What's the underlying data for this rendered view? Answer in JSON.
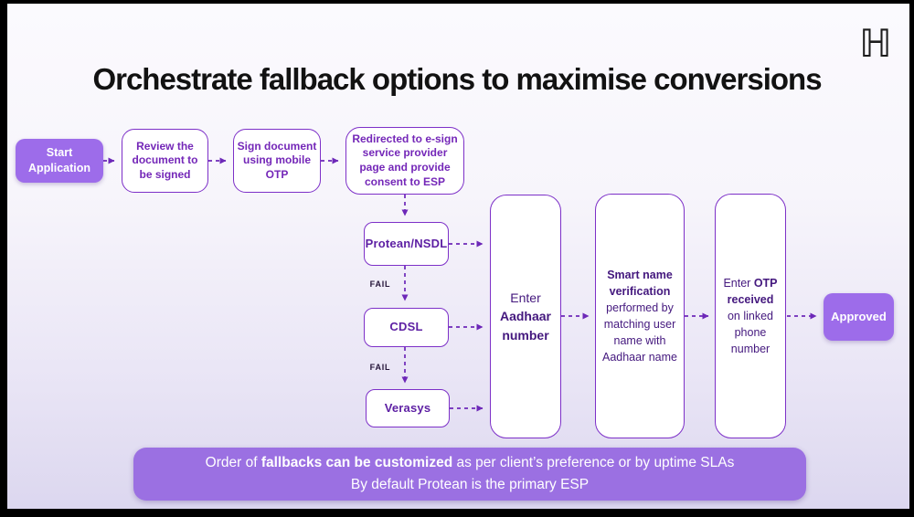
{
  "title": "Orchestrate fallback options to maximise conversions",
  "logo_glyph": "ℍ",
  "colors": {
    "accent_purple": "#9d6cea",
    "banner_purple": "#9b70e2",
    "outline_purple": "#7d30c8",
    "arrow_purple": "#6d28b8",
    "node_text_purple": "#7427b8",
    "deep_text_purple": "#44187e",
    "title_black": "#121212"
  },
  "nodes": {
    "start": "Start Application",
    "review": "Review the document to be signed",
    "sign": "Sign document using mobile OTP",
    "redirect": "Redirected to e-sign service provider page and provide consent to ESP",
    "esp1": "Protean/NSDL",
    "esp2": "CDSL",
    "esp3": "Verasys",
    "fail1": "FAIL",
    "fail2": "FAIL",
    "aadhaar": {
      "pre": "Enter",
      "bold1": "Aadhaar",
      "bold2": "number"
    },
    "smart": {
      "bold": "Smart name verification",
      "rest": "performed by matching user name with Aadhaar name"
    },
    "otp": {
      "pre": "Enter ",
      "bold": "OTP received",
      "post": " on linked phone number"
    },
    "approved": "Approved"
  },
  "banner": {
    "line1_pre": "Order of ",
    "line1_bold": "fallbacks can be customized",
    "line1_post": " as per client’s preference or by uptime SLAs",
    "line2": "By default Protean is the primary ESP"
  }
}
